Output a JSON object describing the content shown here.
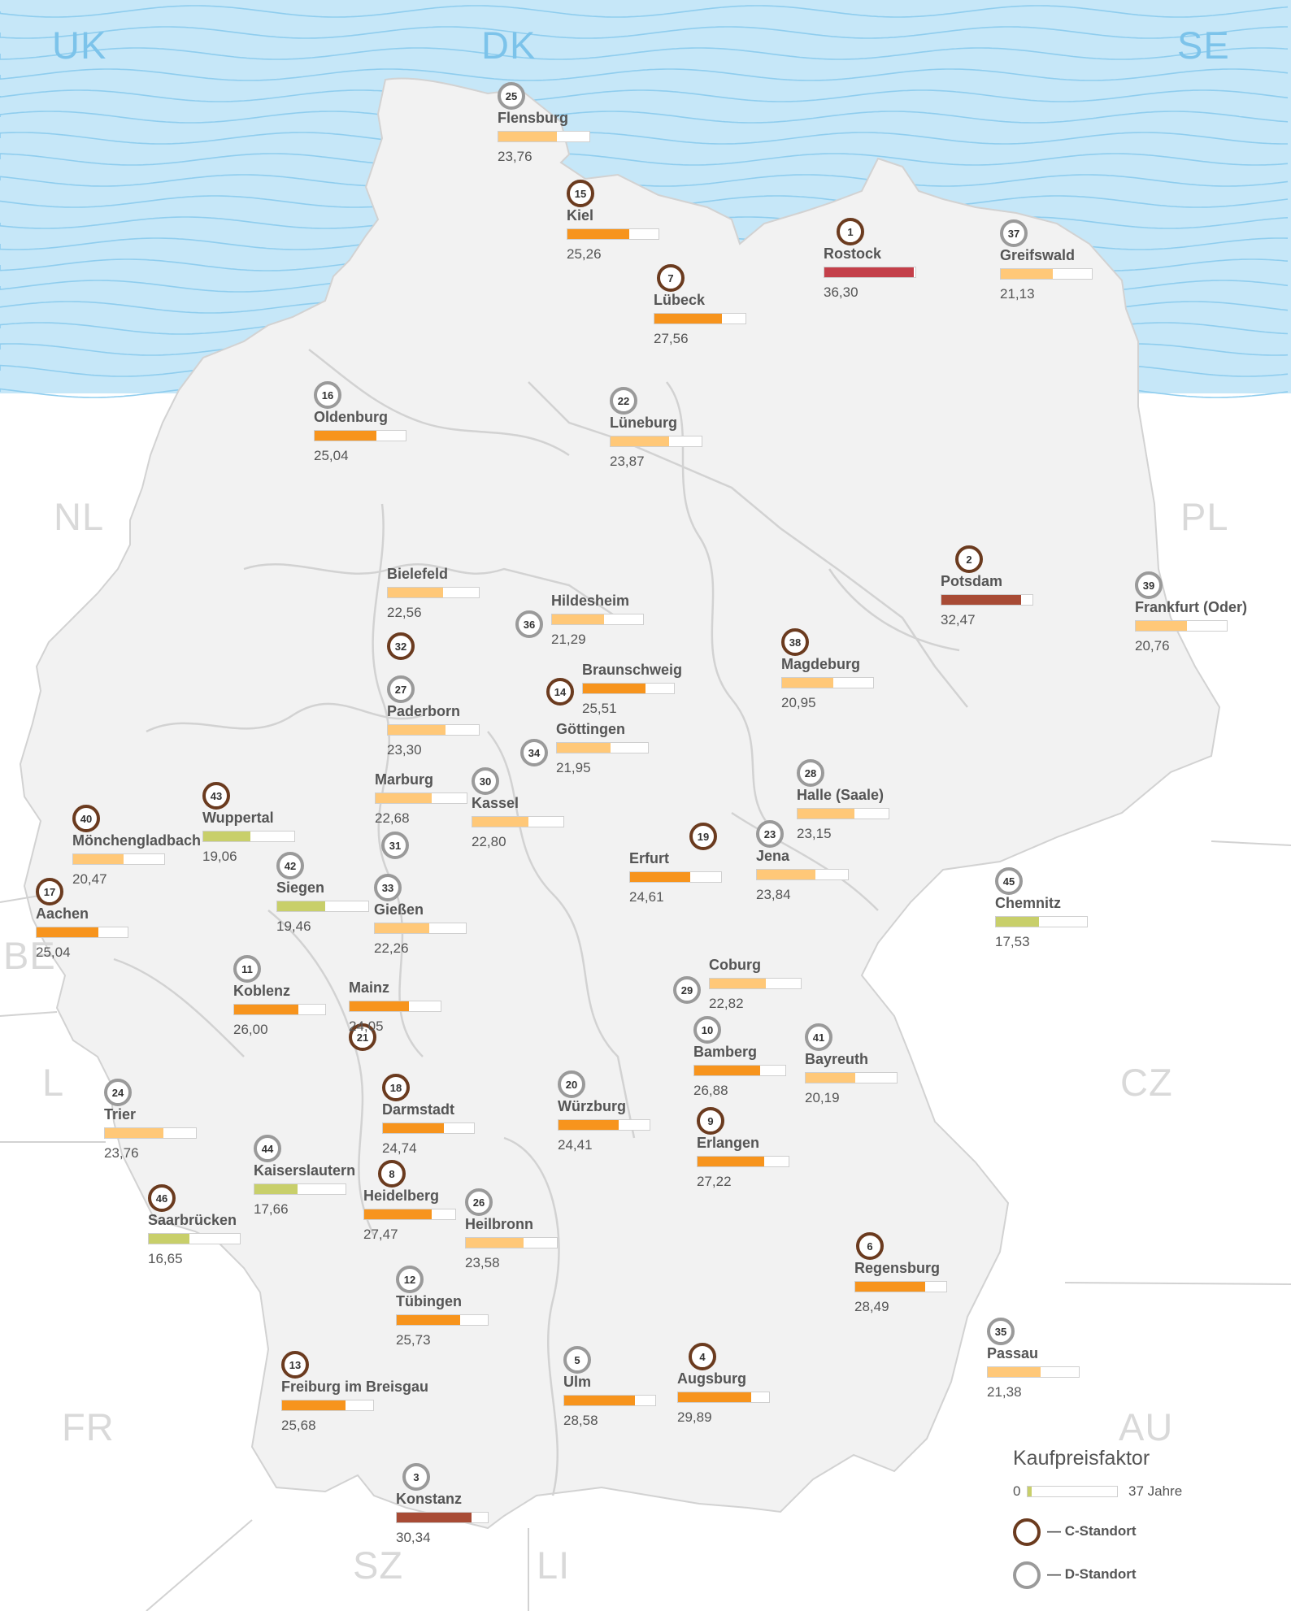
{
  "legend": {
    "title": "Kaufpreisfaktor",
    "scale_min": "0",
    "scale_max": "37 Jahre",
    "c_label": "— C-Standort",
    "d_label": "— D-Standort"
  },
  "scale_max_value": 37,
  "colors": {
    "sea": "#c6e7f8",
    "wave": "#8fcdee",
    "land": "#f2f2f2",
    "border": "#d2d2d2",
    "c_ring": "#6b3b1f",
    "d_ring": "#9a9a9a",
    "bar_low": "#c8cf6a",
    "bar_mid": "#ffc878",
    "bar_high": "#f7941d",
    "bar_top": "#a84b35",
    "bar_max": "#c4404a"
  },
  "countries": [
    "UK",
    "DK",
    "SE",
    "NL",
    "PL",
    "BE",
    "L",
    "CZ",
    "FR",
    "AU",
    "SZ",
    "LI"
  ],
  "cities": [
    {
      "rank": "1",
      "name": "Rostock",
      "value": "36,30",
      "num": 36.3,
      "type": "C"
    },
    {
      "rank": "2",
      "name": "Potsdam",
      "value": "32,47",
      "num": 32.47,
      "type": "C"
    },
    {
      "rank": "3",
      "name": "Konstanz",
      "value": "30,34",
      "num": 30.34,
      "type": "D"
    },
    {
      "rank": "4",
      "name": "Augsburg",
      "value": "29,89",
      "num": 29.89,
      "type": "C"
    },
    {
      "rank": "5",
      "name": "Ulm",
      "value": "28,58",
      "num": 28.58,
      "type": "D"
    },
    {
      "rank": "6",
      "name": "Regensburg",
      "value": "28,49",
      "num": 28.49,
      "type": "C"
    },
    {
      "rank": "7",
      "name": "Lübeck",
      "value": "27,56",
      "num": 27.56,
      "type": "C"
    },
    {
      "rank": "8",
      "name": "Heidelberg",
      "value": "27,47",
      "num": 27.47,
      "type": "C"
    },
    {
      "rank": "9",
      "name": "Erlangen",
      "value": "27,22",
      "num": 27.22,
      "type": "C"
    },
    {
      "rank": "10",
      "name": "Bamberg",
      "value": "26,88",
      "num": 26.88,
      "type": "D"
    },
    {
      "rank": "11",
      "name": "Koblenz",
      "value": "26,00",
      "num": 26.0,
      "type": "D"
    },
    {
      "rank": "12",
      "name": "Tübingen",
      "value": "25,73",
      "num": 25.73,
      "type": "D"
    },
    {
      "rank": "13",
      "name": "Freiburg im Breisgau",
      "value": "25,68",
      "num": 25.68,
      "type": "C"
    },
    {
      "rank": "14",
      "name": "Braunschweig",
      "value": "25,51",
      "num": 25.51,
      "type": "C"
    },
    {
      "rank": "15",
      "name": "Kiel",
      "value": "25,26",
      "num": 25.26,
      "type": "C"
    },
    {
      "rank": "16",
      "name": "Oldenburg",
      "value": "25,04",
      "num": 25.04,
      "type": "D"
    },
    {
      "rank": "17",
      "name": "Aachen",
      "value": "25,04",
      "num": 25.04,
      "type": "C"
    },
    {
      "rank": "18",
      "name": "Darmstadt",
      "value": "24,74",
      "num": 24.74,
      "type": "C"
    },
    {
      "rank": "19",
      "name": "Erfurt",
      "value": "24,61",
      "num": 24.61,
      "type": "C"
    },
    {
      "rank": "20",
      "name": "Würzburg",
      "value": "24,41",
      "num": 24.41,
      "type": "D"
    },
    {
      "rank": "21",
      "name": "Mainz",
      "value": "24,05",
      "num": 24.05,
      "type": "C"
    },
    {
      "rank": "22",
      "name": "Lüneburg",
      "value": "23,87",
      "num": 23.87,
      "type": "D"
    },
    {
      "rank": "23",
      "name": "Jena",
      "value": "23,84",
      "num": 23.84,
      "type": "D"
    },
    {
      "rank": "24",
      "name": "Trier",
      "value": "23,76",
      "num": 23.76,
      "type": "D"
    },
    {
      "rank": "25",
      "name": "Flensburg",
      "value": "23,76",
      "num": 23.76,
      "type": "D"
    },
    {
      "rank": "26",
      "name": "Heilbronn",
      "value": "23,58",
      "num": 23.58,
      "type": "D"
    },
    {
      "rank": "27",
      "name": "Paderborn",
      "value": "23,30",
      "num": 23.3,
      "type": "D"
    },
    {
      "rank": "28",
      "name": "Halle (Saale)",
      "value": "23,15",
      "num": 23.15,
      "type": "D"
    },
    {
      "rank": "29",
      "name": "Coburg",
      "value": "22,82",
      "num": 22.82,
      "type": "D"
    },
    {
      "rank": "30",
      "name": "Kassel",
      "value": "22,80",
      "num": 22.8,
      "type": "D"
    },
    {
      "rank": "31",
      "name": "Marburg",
      "value": "22,68",
      "num": 22.68,
      "type": "D"
    },
    {
      "rank": "32",
      "name": "Bielefeld",
      "value": "22,56",
      "num": 22.56,
      "type": "C"
    },
    {
      "rank": "33",
      "name": "Gießen",
      "value": "22,26",
      "num": 22.26,
      "type": "D"
    },
    {
      "rank": "34",
      "name": "Göttingen",
      "value": "21,95",
      "num": 21.95,
      "type": "D"
    },
    {
      "rank": "35",
      "name": "Passau",
      "value": "21,38",
      "num": 21.38,
      "type": "D"
    },
    {
      "rank": "36",
      "name": "Hildesheim",
      "value": "21,29",
      "num": 21.29,
      "type": "D"
    },
    {
      "rank": "37",
      "name": "Greifswald",
      "value": "21,13",
      "num": 21.13,
      "type": "D"
    },
    {
      "rank": "38",
      "name": "Magdeburg",
      "value": "20,95",
      "num": 20.95,
      "type": "C"
    },
    {
      "rank": "39",
      "name": "Frankfurt (Oder)",
      "value": "20,76",
      "num": 20.76,
      "type": "D"
    },
    {
      "rank": "40",
      "name": "Mönchengladbach",
      "value": "20,47",
      "num": 20.47,
      "type": "C"
    },
    {
      "rank": "41",
      "name": "Bayreuth",
      "value": "20,19",
      "num": 20.19,
      "type": "D"
    },
    {
      "rank": "42",
      "name": "Siegen",
      "value": "19,46",
      "num": 19.46,
      "type": "D"
    },
    {
      "rank": "43",
      "name": "Wuppertal",
      "value": "19,06",
      "num": 19.06,
      "type": "C"
    },
    {
      "rank": "44",
      "name": "Kaiserslautern",
      "value": "17,66",
      "num": 17.66,
      "type": "D"
    },
    {
      "rank": "45",
      "name": "Chemnitz",
      "value": "17,53",
      "num": 17.53,
      "type": "D"
    },
    {
      "rank": "46",
      "name": "Saarbrücken",
      "value": "16,65",
      "num": 16.65,
      "type": "C"
    }
  ]
}
